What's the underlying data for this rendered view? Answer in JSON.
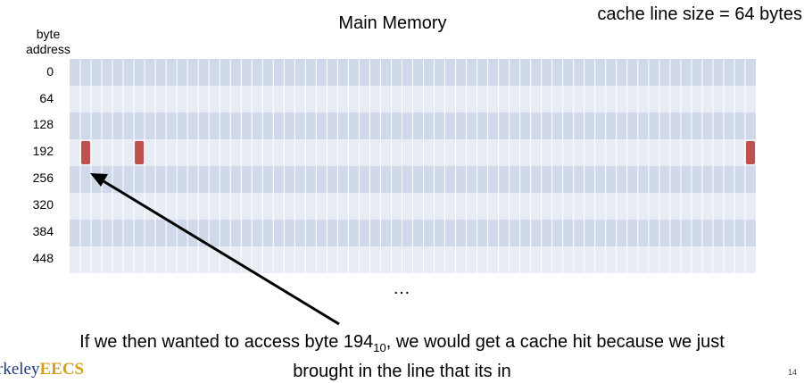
{
  "title": "Main Memory",
  "cache_line_size_label": "cache line size = 64 bytes",
  "column_header": {
    "line1": "byte",
    "line2": "address"
  },
  "row_addresses": [
    "0",
    "64",
    "128",
    "192",
    "256",
    "320",
    "384",
    "448"
  ],
  "cells_per_row": 64,
  "highlighted_row_index": 3,
  "highlighted_cells": [
    1,
    6,
    63
  ],
  "ellipsis": "…",
  "caption": {
    "before": "If we then wanted to access byte 194",
    "subscript": "10",
    "after": ", we would get a cache hit because we just",
    "line2": "brought in the line that its in"
  },
  "logo": {
    "prefix": "rkeley",
    "accent": "EECS"
  },
  "page_number": "14",
  "colors": {
    "row_dark": "#d0d9ea",
    "row_light": "#e8ecf4",
    "cell_line": "#ffffff",
    "highlight": "#c0504d",
    "arrow": "#000000"
  }
}
